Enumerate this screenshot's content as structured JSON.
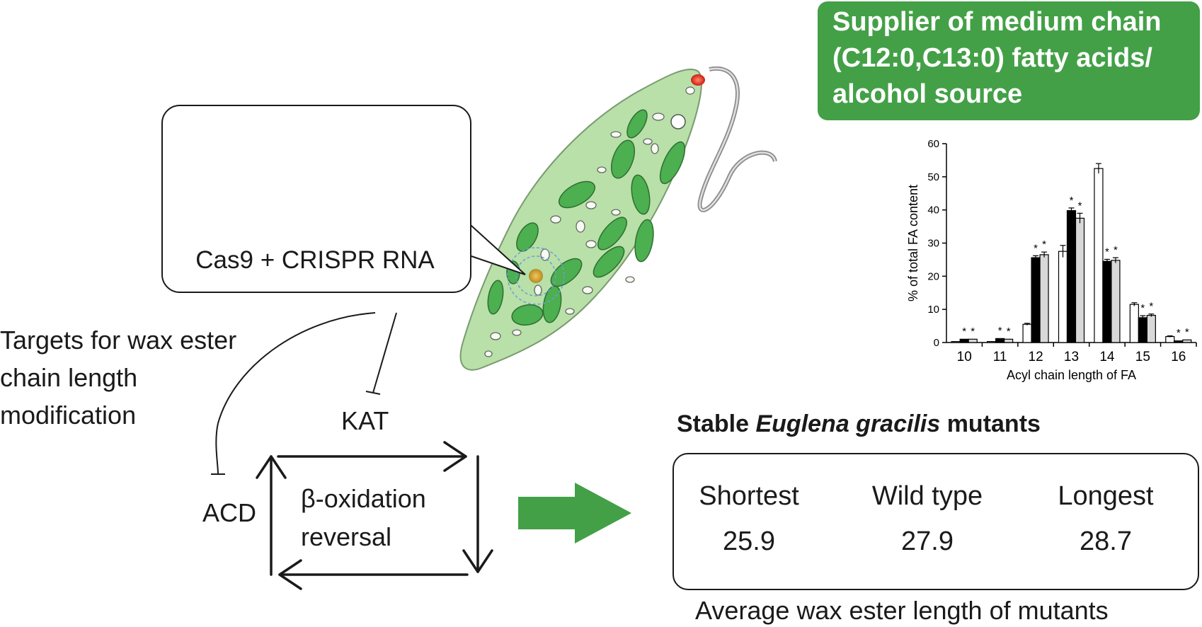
{
  "banner": {
    "lines": [
      "Supplier of medium chain",
      "(C12:0,C13:0) fatty acids/",
      "alcohol source"
    ],
    "color": "#43a047"
  },
  "callout": {
    "label": "Cas9 + CRISPR RNA",
    "icon": "dna-scissors-icon"
  },
  "targets": {
    "lines": [
      "Targets for wax ester",
      "chain length",
      "modification"
    ]
  },
  "cycle": {
    "kat": "KAT",
    "acd": "ACD",
    "center_lines": [
      "β-oxidation",
      "reversal"
    ]
  },
  "mutants": {
    "title_prefix": "Stable ",
    "title_species": "Euglena gracilis",
    "title_suffix": " mutants",
    "items": [
      {
        "label": "Shortest",
        "value": "25.9",
        "glow": "#e8a23c"
      },
      {
        "label": "Wild type",
        "value": "27.9",
        "glow": "#d8f040"
      },
      {
        "label": "Longest",
        "value": "28.7",
        "glow": "#3cc040"
      }
    ],
    "caption": "Average wax ester length of mutants"
  },
  "arrow_color": "#43a047",
  "chart_data": {
    "type": "bar",
    "categories": [
      "10",
      "11",
      "12",
      "13",
      "14",
      "15",
      "16"
    ],
    "series": [
      {
        "values": [
          0.3,
          0.3,
          5.5,
          27.5,
          52.5,
          11.5,
          1.8
        ],
        "errors": [
          0.1,
          0.1,
          0.3,
          1.8,
          1.5,
          0.5,
          0.2
        ],
        "fill": "#ffffff"
      },
      {
        "values": [
          1.0,
          1.2,
          25.6,
          39.8,
          24.5,
          7.5,
          0.5
        ],
        "errors": [
          0.1,
          0.1,
          0.6,
          0.8,
          0.6,
          0.6,
          0.1
        ],
        "fill": "#000000"
      },
      {
        "values": [
          1.0,
          1.0,
          26.5,
          37.5,
          24.8,
          8.2,
          0.8
        ],
        "errors": [
          0.1,
          0.1,
          0.8,
          1.5,
          0.8,
          0.4,
          0.1
        ],
        "fill": "#d8d8d8"
      }
    ],
    "significance": [
      [
        false,
        true,
        true
      ],
      [
        false,
        true,
        true
      ],
      [
        false,
        true,
        true
      ],
      [
        false,
        true,
        true
      ],
      [
        false,
        true,
        true
      ],
      [
        false,
        true,
        true
      ],
      [
        false,
        true,
        true
      ]
    ],
    "star": "*",
    "xlabel": "Acyl chain length of FA",
    "ylabel": "% of total FA content",
    "ylim": [
      0,
      60
    ],
    "yticks": [
      "0",
      "10",
      "20",
      "30",
      "40",
      "50",
      "60"
    ],
    "grid": false
  }
}
